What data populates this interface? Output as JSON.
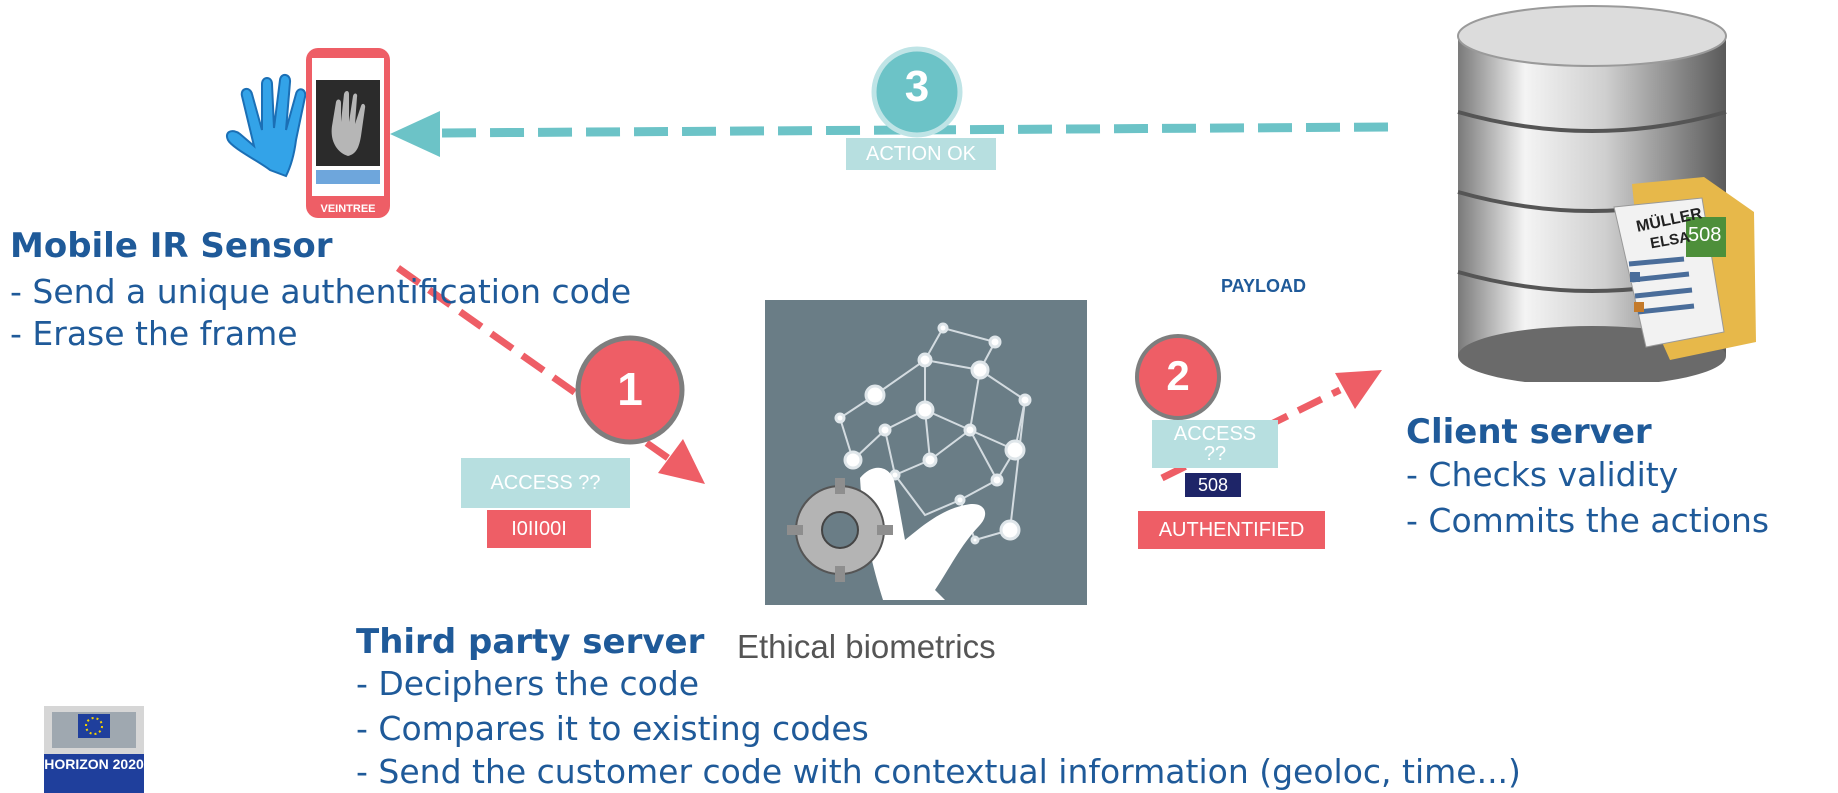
{
  "colors": {
    "accent_blue": "#1f5a99",
    "coral": "#ee5e66",
    "teal": "#6cc3c7",
    "light_teal": "#b7dfe0",
    "navy": "#1e2568",
    "slate": "#6a7d86"
  },
  "mobile": {
    "title": "Mobile IR Sensor",
    "lines": [
      "- Send a unique authentification code",
      "- Erase the frame"
    ],
    "phone_brand": "VEINTREE",
    "hand_icon": "hand-icon"
  },
  "third_party": {
    "title": "Third party server",
    "lines": [
      "- Deciphers the code",
      "- Compares it to existing codes",
      "- Send the customer code with contextual information (geoloc, time...)"
    ],
    "brand_text": "Ethical biometrics"
  },
  "client": {
    "title": "Client server",
    "lines": [
      "- Checks validity",
      "- Commits the actions"
    ],
    "folder_name_1": "MÜLLER",
    "folder_name_2": "ELSA",
    "folder_number": "508"
  },
  "step1": {
    "number": "1",
    "access_label": "ACCESS ??",
    "code_label": "I0II00I"
  },
  "step2": {
    "number": "2",
    "payload_label": "PAYLOAD",
    "access_label": "ACCESS ??",
    "id_label": "508",
    "status_label": "AUTHENTIFIED"
  },
  "step3": {
    "number": "3",
    "action_label": "ACTION OK"
  },
  "logo": {
    "text": "HORIZON 2020"
  }
}
